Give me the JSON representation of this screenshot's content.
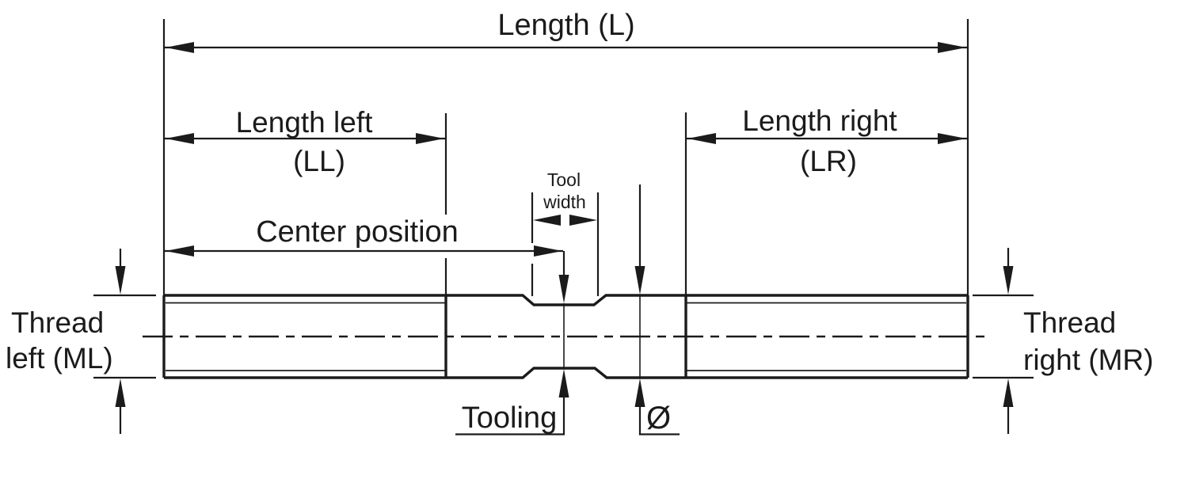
{
  "diagram": {
    "background": "#ffffff",
    "line_color": "#1b1b1b",
    "labels": {
      "length_total": "Length (L)",
      "length_left_line1": "Length left",
      "length_left_line2": "(LL)",
      "length_right_line1": "Length right",
      "length_right_line2": "(LR)",
      "tool_width_line1": "Tool",
      "tool_width_line2": "width",
      "center_position": "Center position",
      "thread_left_line1": "Thread",
      "thread_left_line2": "left (ML)",
      "thread_right_line1": "Thread",
      "thread_right_line2": "right (MR)",
      "tooling": "Tooling",
      "diameter_symbol": "Ø"
    }
  }
}
